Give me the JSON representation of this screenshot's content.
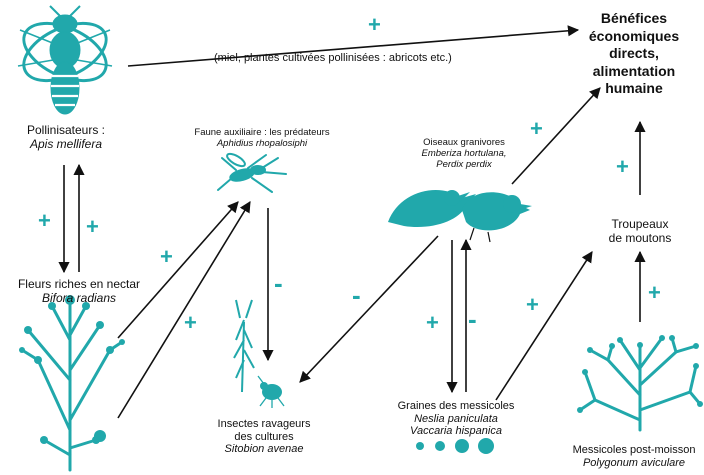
{
  "colors": {
    "accent": "#21a8ab",
    "ink": "#111111"
  },
  "nodes": {
    "pollinators": {
      "title": "Pollinisateurs :",
      "species": "Apis mellifera",
      "icon": "bee-icon"
    },
    "benefits": {
      "line1": "Bénéfices",
      "line2": "économiques",
      "line3": "directs,",
      "line4": "alimentation",
      "line5": "humaine"
    },
    "edge_note": "(miel, plantes cultivées pollinisées : abricots etc.)",
    "auxiliary": {
      "title": "Faune auxiliaire : les prédateurs",
      "species": "Aphidius rhopalosiphi",
      "icon": "wasp-icon"
    },
    "birds": {
      "title": "Oiseaux granivores",
      "species1": "Emberiza hortulana,",
      "species2": "Perdix perdix",
      "icon": "birds-icon"
    },
    "flowers": {
      "title": "Fleurs riches en nectar",
      "species": "Bifora radians",
      "icon": "flowering-plant-icon"
    },
    "sheep": {
      "line1": "Troupeaux",
      "line2": "de moutons"
    },
    "pests": {
      "line1": "Insectes ravageurs",
      "line2": "des cultures",
      "species": "Sitobion avenae",
      "icon": "aphid-on-wheat-icon"
    },
    "seeds": {
      "title": "Graines des messicoles",
      "species1": "Neslia paniculata",
      "species2": "Vaccaria hispanica",
      "icon": "seeds-icon"
    },
    "postharvest": {
      "title": "Messicoles post-moisson",
      "species": "Polygonum aviculare",
      "icon": "shrub-icon"
    }
  },
  "signs": {
    "plus": "+",
    "minus": "-"
  }
}
